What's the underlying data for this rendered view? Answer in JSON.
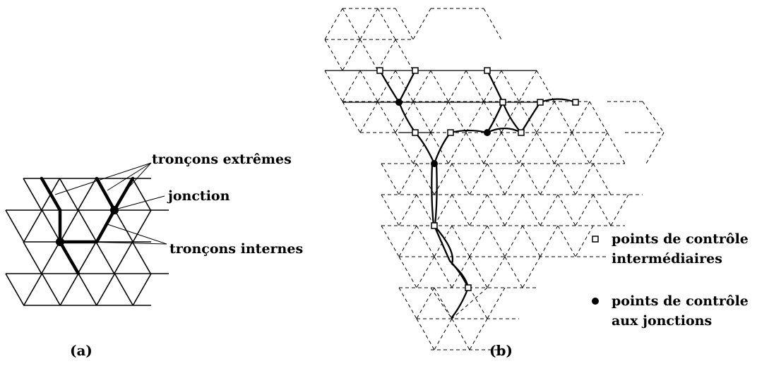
{
  "panel_a": {
    "caption": "(a)",
    "labels": {
      "extreme_segments": "tronçons extrêmes",
      "junction": "jonction",
      "internal_segments": "tronçons internes"
    }
  },
  "panel_b": {
    "caption": "(b)",
    "legend": {
      "intermediate_line1": "points de contrôle",
      "intermediate_line2": "intermédiaires",
      "junction_line1": "points de contrôle",
      "junction_line2": "aux jonctions"
    }
  },
  "colors": {
    "ink": "#000000",
    "background": "#ffffff"
  }
}
